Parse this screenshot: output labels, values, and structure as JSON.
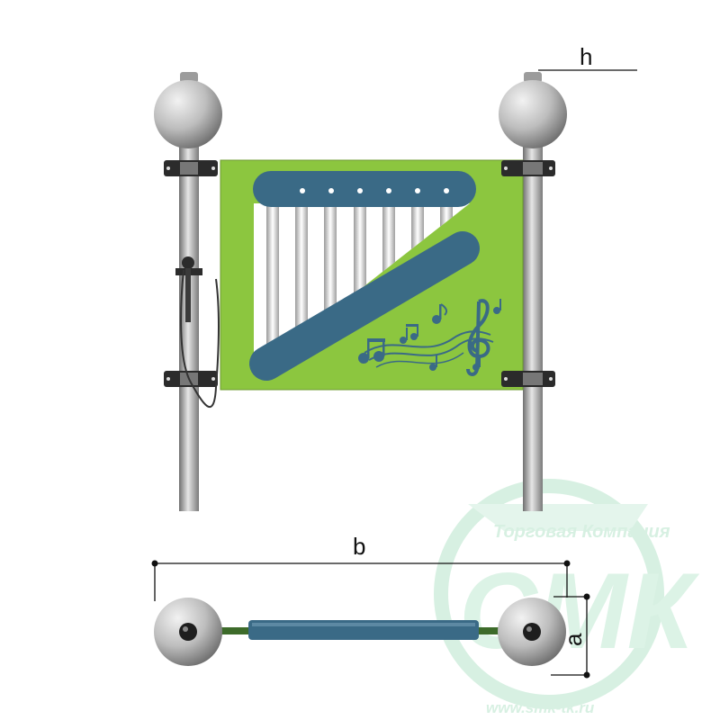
{
  "dimensions": {
    "h_label": "h",
    "b_label": "b",
    "a_label": "a"
  },
  "watermark": {
    "company": "Торговая Компания",
    "brand": "СМК",
    "url": "www.smk-tk.ru"
  },
  "colors": {
    "panel_green": "#8cc63f",
    "chime_blue": "#3a6a86",
    "post_gray": "#a8a8a8",
    "ball_gray": "#bdbdbd",
    "clamp_black": "#2b2b2b",
    "watermark_green": "#c9ecd9"
  }
}
